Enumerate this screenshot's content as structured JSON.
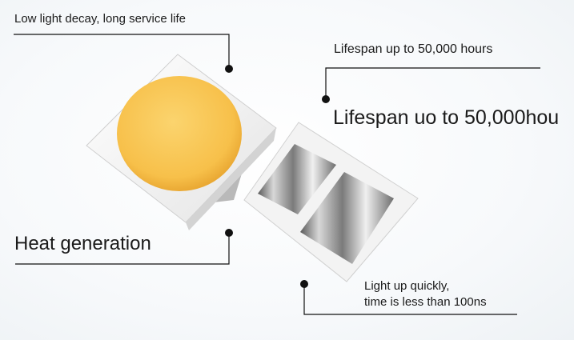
{
  "labels": {
    "light_decay": "Low light decay, long service life",
    "lifespan_small": "Lifespan up to 50,000 hours",
    "lifespan_large": "Lifespan uo to 50,000hou",
    "heat": "Heat generation",
    "light_up_line1": "Light up quickly,",
    "light_up_line2": "time is less than 100ns"
  },
  "colors": {
    "phosphor": "#f7c04a",
    "chip_body": "#f2f2f2",
    "metal_contact": "#9a9a9a",
    "line": "#111111"
  }
}
